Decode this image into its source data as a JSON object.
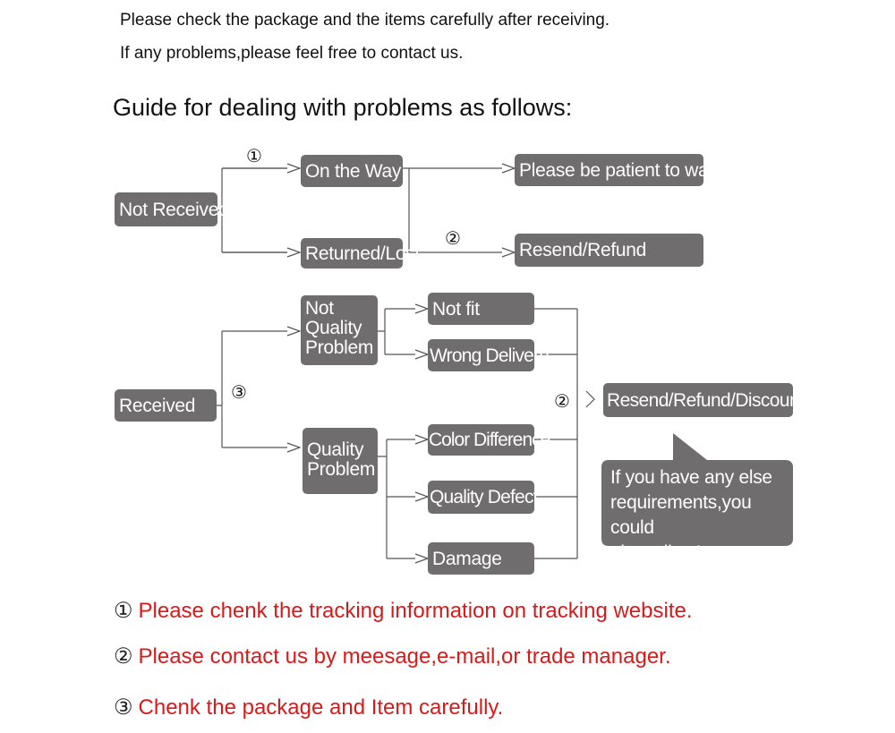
{
  "intro": {
    "line1": "Please check the package and the items carefully after receiving.",
    "line2": "If any problems,please feel free to contact us."
  },
  "guide_title": "Guide for dealing with problems as follows:",
  "nodes": {
    "not_received": "Not Received",
    "on_the_way": "On the Way",
    "returned_lost": "Returned/Lost",
    "please_wait": "Please be patient to wait",
    "resend_refund": "Resend/Refund",
    "received": "Received",
    "not_quality_problem": [
      "Not",
      "Quality",
      "Problem"
    ],
    "quality_problem": [
      "Quality",
      "Problem"
    ],
    "not_fit": "Not fit",
    "wrong_delivery": "Wrong Deliveru",
    "color_difference": "Color Difference",
    "quality_defect": "Quality Defect",
    "damage": "Damage",
    "resend_refund_discount": "Resend/Refund/Discount",
    "speech_note": [
      "If you have any else",
      "requirements,you could",
      "also tell us!"
    ]
  },
  "markers": {
    "one": "①",
    "two_a": "②",
    "two_b": "②",
    "three": "③"
  },
  "notes": [
    {
      "num": "①",
      "text": "Please chenk the tracking information on tracking website."
    },
    {
      "num": "②",
      "text": "Please contact us by meesage,e-mail,or trade manager."
    },
    {
      "num": "③",
      "text": "Chenk the package and Item carefully."
    }
  ],
  "colors": {
    "box_fill": "#6f6d6e",
    "box_text": "#ffffff",
    "note_text": "#d81a1a",
    "connector": "#555555"
  }
}
